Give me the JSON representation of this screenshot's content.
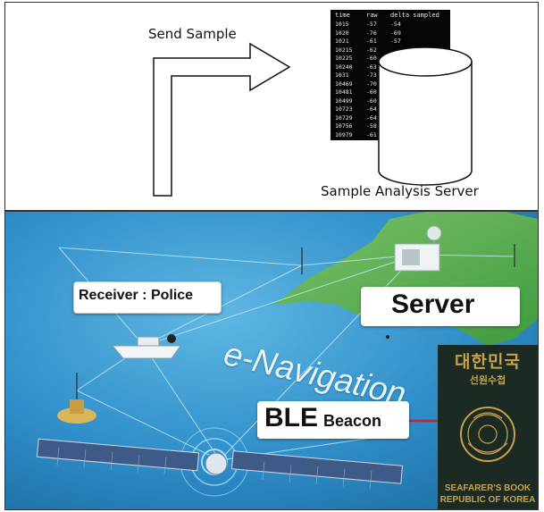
{
  "top": {
    "send_label": "Send Sample",
    "server_label": "Sample Analysis Server",
    "terminal": {
      "headers": [
        "time",
        "raw",
        "delta sampled"
      ],
      "rows": [
        [
          "1015",
          "-57",
          "-54"
        ],
        [
          "1020",
          "-76",
          "-69"
        ],
        [
          "1021",
          "-61",
          "-57"
        ],
        [
          "10215",
          "-62",
          ""
        ],
        [
          "10225",
          "-60",
          ""
        ],
        [
          "10240",
          "-63",
          ""
        ],
        [
          "1031",
          "-73",
          ""
        ],
        [
          "10469",
          "-70",
          ""
        ],
        [
          "10481",
          "-60",
          ""
        ],
        [
          "10499",
          "-60",
          ""
        ],
        [
          "10723",
          "-64",
          ""
        ],
        [
          "10729",
          "-64",
          ""
        ],
        [
          "10756",
          "-58",
          ""
        ],
        [
          "10979",
          "-61",
          ""
        ]
      ]
    }
  },
  "illustration": {
    "receiver_label": "Receiver : Police",
    "server_label": "Server",
    "enav_label": "e-Navigation",
    "beacon_label_big": "BLE",
    "beacon_label_small": "Beacon",
    "colors": {
      "sea": "#2f8ec9",
      "land": "#4fa84a",
      "accent_line": "#c0262b"
    }
  },
  "passport": {
    "title": "대한민국",
    "subtitle": "선원수첩",
    "book": "SEAFARER'S BOOK",
    "country": "REPUBLIC OF KOREA"
  }
}
